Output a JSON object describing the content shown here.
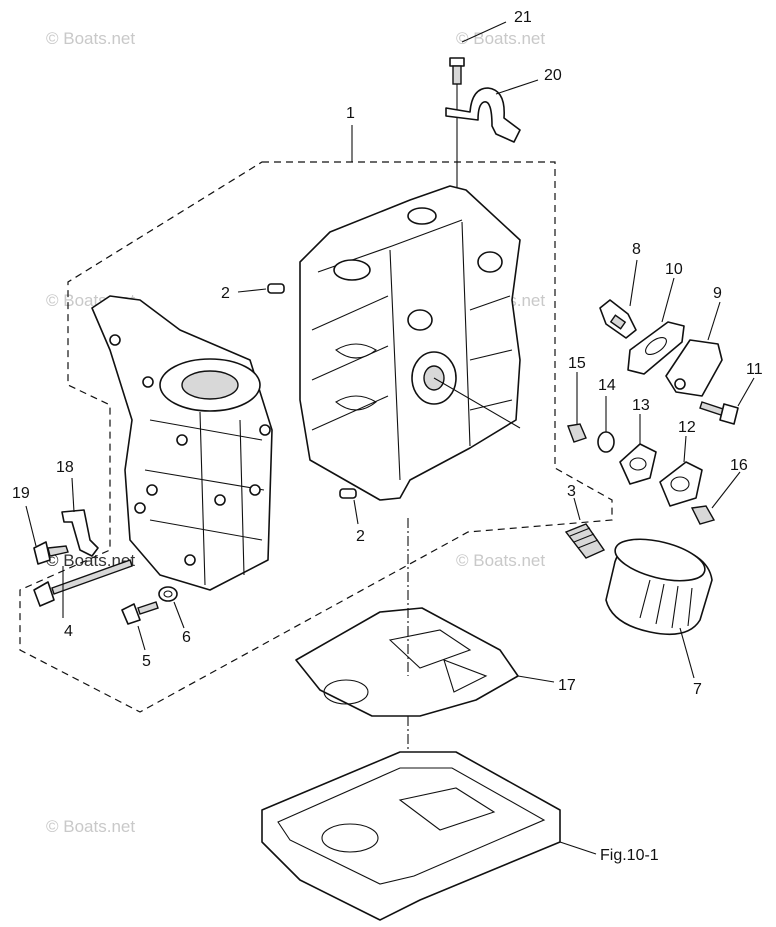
{
  "figure_label": "Fig.10-1",
  "watermark": "© Boats.net",
  "callouts": [
    {
      "id": "c1",
      "text": "1"
    },
    {
      "id": "c2a",
      "text": "2"
    },
    {
      "id": "c2b",
      "text": "2"
    },
    {
      "id": "c3",
      "text": "3"
    },
    {
      "id": "c4",
      "text": "4"
    },
    {
      "id": "c5",
      "text": "5"
    },
    {
      "id": "c6",
      "text": "6"
    },
    {
      "id": "c7",
      "text": "7"
    },
    {
      "id": "c8",
      "text": "8"
    },
    {
      "id": "c9",
      "text": "9"
    },
    {
      "id": "c10",
      "text": "10"
    },
    {
      "id": "c11",
      "text": "11"
    },
    {
      "id": "c12",
      "text": "12"
    },
    {
      "id": "c13",
      "text": "13"
    },
    {
      "id": "c14",
      "text": "14"
    },
    {
      "id": "c15",
      "text": "15"
    },
    {
      "id": "c16",
      "text": "16"
    },
    {
      "id": "c17",
      "text": "17"
    },
    {
      "id": "c18",
      "text": "18"
    },
    {
      "id": "c19",
      "text": "19"
    },
    {
      "id": "c20",
      "text": "20"
    },
    {
      "id": "c21",
      "text": "21"
    }
  ]
}
